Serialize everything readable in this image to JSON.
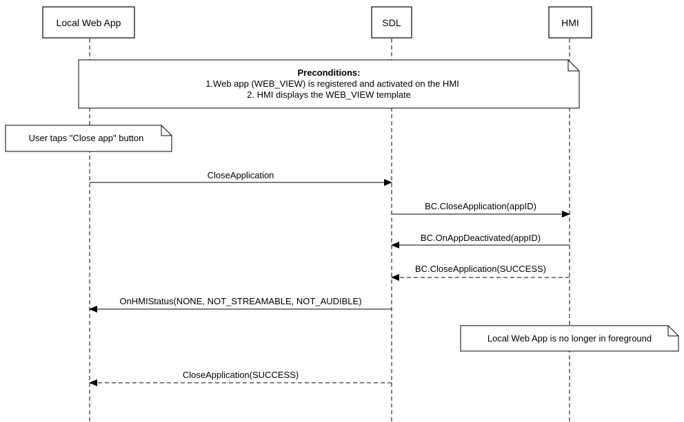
{
  "participants": [
    {
      "id": "webapp",
      "label": "Local Web App"
    },
    {
      "id": "sdl",
      "label": "SDL"
    },
    {
      "id": "hmi",
      "label": "HMI"
    }
  ],
  "preconditions": {
    "title": "Preconditions:",
    "line1": "1.Web app (WEB_VIEW) is registered and activated on the HMI",
    "line2": "2. HMI displays the WEB_VIEW template"
  },
  "notes": {
    "user_taps": "User taps \"Close app\" button",
    "foreground": "Local Web App is no longer in foreground"
  },
  "messages": [
    {
      "label": "CloseApplication",
      "from": "webapp",
      "to": "sdl",
      "style": "solid"
    },
    {
      "label": "BC.CloseApplication(appID)",
      "from": "sdl",
      "to": "hmi",
      "style": "solid"
    },
    {
      "label": "BC.OnAppDeactivated(appID)",
      "from": "hmi",
      "to": "sdl",
      "style": "solid"
    },
    {
      "label": "BC.CloseApplication(SUCCESS)",
      "from": "hmi",
      "to": "sdl",
      "style": "dashed"
    },
    {
      "label": "OnHMIStatus(NONE, NOT_STREAMABLE, NOT_AUDIBLE)",
      "from": "sdl",
      "to": "webapp",
      "style": "solid"
    },
    {
      "label": "CloseApplication(SUCCESS)",
      "from": "sdl",
      "to": "webapp",
      "style": "dashed"
    }
  ]
}
